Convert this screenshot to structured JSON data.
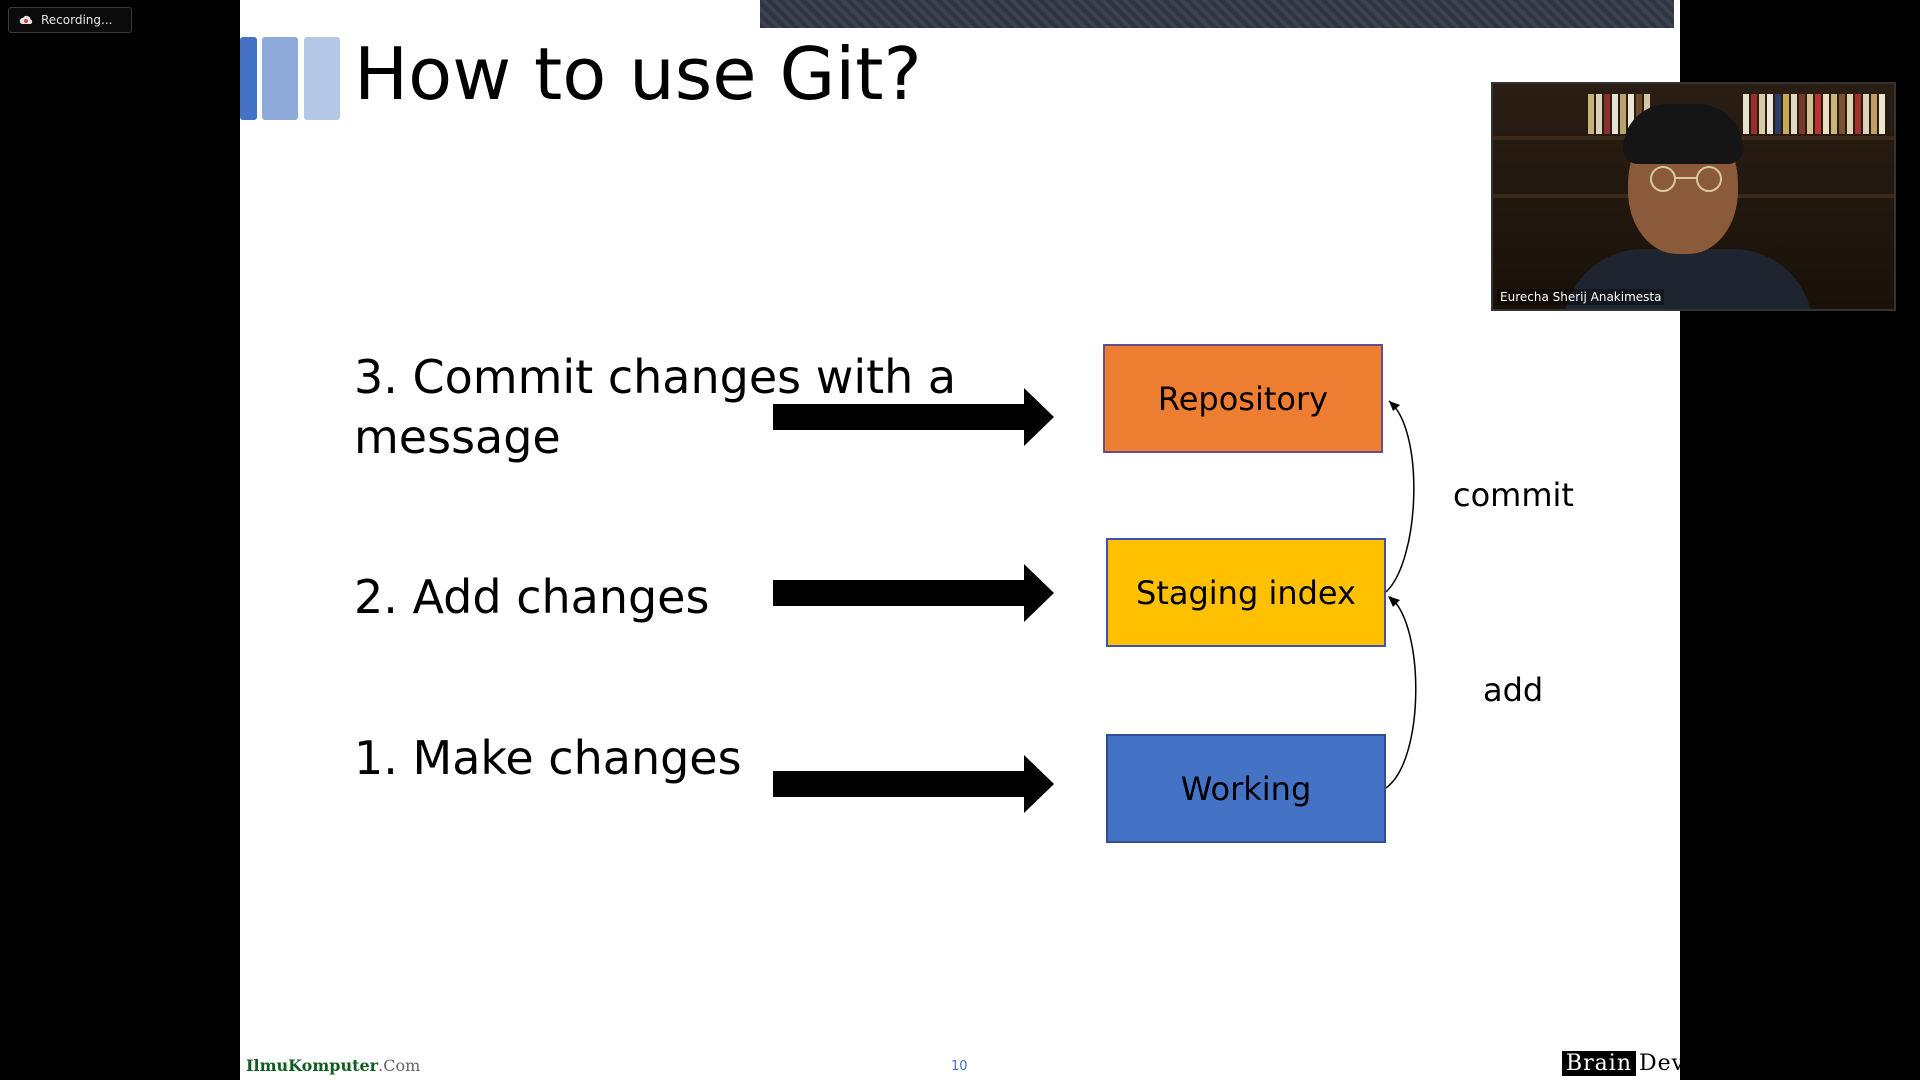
{
  "recording": {
    "label": "Recording..."
  },
  "slide": {
    "title": "How to use Git?",
    "steps": {
      "commit": "3. Commit changes with a message",
      "add": "2. Add changes",
      "make": "1. Make changes"
    },
    "boxes": {
      "repository": "Repository",
      "staging": "Staging index",
      "working": "Working"
    },
    "transitions": {
      "commit": "commit",
      "add": "add"
    },
    "footer": {
      "brand_left_main": "IlmuKomputer",
      "brand_left_domain": ".Com",
      "page_number": "10",
      "brand_right_a": "Brain",
      "brand_right_b": "Devs"
    }
  },
  "video": {
    "participant_name": "Eurecha Sherij Anakimesta"
  },
  "colors": {
    "repository": "#ed7d31",
    "staging": "#ffc000",
    "working": "#4472c4",
    "title_accent": "#4472c4"
  }
}
